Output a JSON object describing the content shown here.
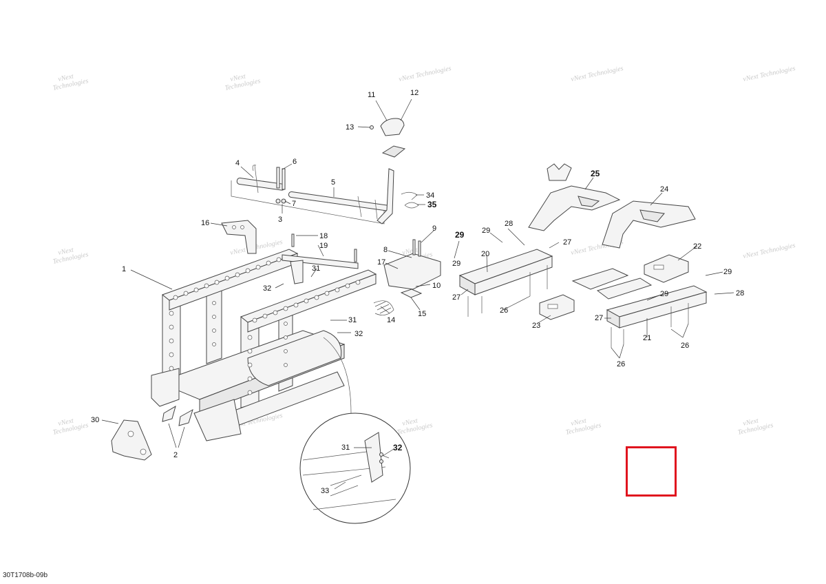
{
  "figure_reference": "30T1708b-09b",
  "watermark_lines": [
    "vNext",
    "Technologies"
  ],
  "watermark_text": "vNext Technologies",
  "highlight_color": "#e0141e",
  "callouts": [
    {
      "id": "c1",
      "label": "1"
    },
    {
      "id": "c2",
      "label": "2"
    },
    {
      "id": "c3",
      "label": "3"
    },
    {
      "id": "c4",
      "label": "4"
    },
    {
      "id": "c5",
      "label": "5"
    },
    {
      "id": "c6",
      "label": "6"
    },
    {
      "id": "c7",
      "label": "7"
    },
    {
      "id": "c8",
      "label": "8"
    },
    {
      "id": "c9",
      "label": "9"
    },
    {
      "id": "c10",
      "label": "10"
    },
    {
      "id": "c11",
      "label": "11"
    },
    {
      "id": "c12",
      "label": "12"
    },
    {
      "id": "c13",
      "label": "13"
    },
    {
      "id": "c14",
      "label": "14"
    },
    {
      "id": "c15",
      "label": "15"
    },
    {
      "id": "c16",
      "label": "16"
    },
    {
      "id": "c17",
      "label": "17"
    },
    {
      "id": "c18",
      "label": "18"
    },
    {
      "id": "c19",
      "label": "19"
    },
    {
      "id": "c20",
      "label": "20"
    },
    {
      "id": "c21",
      "label": "21"
    },
    {
      "id": "c22",
      "label": "22"
    },
    {
      "id": "c23",
      "label": "23"
    },
    {
      "id": "c24",
      "label": "24"
    },
    {
      "id": "c25",
      "label": "25"
    },
    {
      "id": "c26a",
      "label": "26"
    },
    {
      "id": "c26b",
      "label": "26"
    },
    {
      "id": "c26c",
      "label": "26"
    },
    {
      "id": "c27a",
      "label": "27"
    },
    {
      "id": "c27b",
      "label": "27"
    },
    {
      "id": "c27c",
      "label": "27"
    },
    {
      "id": "c28a",
      "label": "28"
    },
    {
      "id": "c28b",
      "label": "28"
    },
    {
      "id": "c29a",
      "label": "29"
    },
    {
      "id": "c29b",
      "label": "29"
    },
    {
      "id": "c29c",
      "label": "29"
    },
    {
      "id": "c29d",
      "label": "29"
    },
    {
      "id": "c29e",
      "label": "29"
    },
    {
      "id": "c30",
      "label": "30"
    },
    {
      "id": "c31a",
      "label": "31"
    },
    {
      "id": "c31b",
      "label": "31"
    },
    {
      "id": "c31c",
      "label": "31"
    },
    {
      "id": "c32a",
      "label": "32"
    },
    {
      "id": "c32b",
      "label": "32"
    },
    {
      "id": "c32c",
      "label": "32"
    },
    {
      "id": "c33",
      "label": "33"
    },
    {
      "id": "c34",
      "label": "34"
    },
    {
      "id": "c35",
      "label": "35"
    }
  ]
}
